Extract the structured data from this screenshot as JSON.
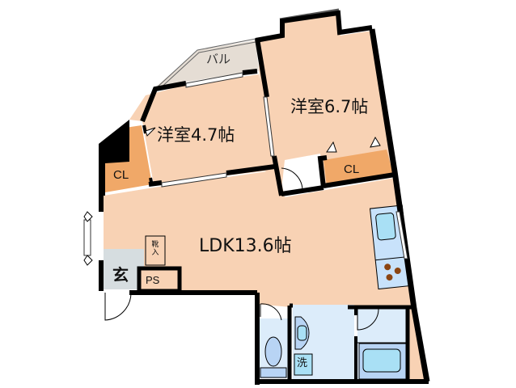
{
  "plan": {
    "type": "floor-plan",
    "colors": {
      "room_floor": "#f8d2b4",
      "closet": "#f0a868",
      "balcony": "#e5ddd4",
      "genkan_floor": "#d6dde0",
      "wet_area": "#dcecfa",
      "fixture_blue": "#a9d6f2",
      "fixture_light": "#c8e2fb",
      "stove_burner": "#8b4513",
      "wall": "#000000"
    },
    "rooms": {
      "western_room_1": {
        "label": "洋室4.7帖",
        "type": "洋室",
        "size_jo": 4.7
      },
      "western_room_2": {
        "label": "洋室6.7帖",
        "type": "洋室",
        "size_jo": 6.7
      },
      "ldk": {
        "label": "LDK13.6帖",
        "type": "LDK",
        "size_jo": 13.6
      },
      "balcony": {
        "label": "バル"
      },
      "closet_1": {
        "label": "CL"
      },
      "closet_2": {
        "label": "CL"
      },
      "entrance": {
        "label": "玄"
      },
      "pipe_space": {
        "label": "PS"
      },
      "shoe_closet": {
        "label": "靴入"
      },
      "washer": {
        "label": "洗"
      }
    },
    "fixtures": [
      "kitchen-sink",
      "stove-3-burner",
      "toilet",
      "washbasin",
      "washing-machine-space",
      "bathtub"
    ]
  }
}
